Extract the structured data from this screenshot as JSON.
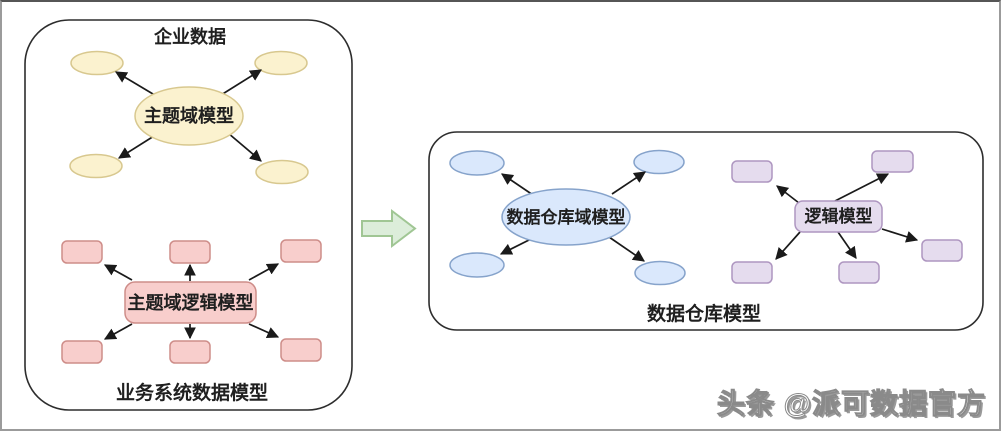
{
  "left_panel": {
    "title": "企业数据",
    "subject_domain": {
      "label": "主题域模型",
      "satellite_count": 4
    },
    "logical_model": {
      "label": "主题域逻辑模型",
      "satellite_count": 6
    },
    "footer": "业务系统数据模型"
  },
  "transform_arrow": {
    "direction": "right"
  },
  "right_panel": {
    "warehouse_domain": {
      "label": "数据仓库域模型",
      "satellite_count": 4
    },
    "logical_model": {
      "label": "逻辑模型",
      "satellite_count": 5
    },
    "footer": "数据仓库模型"
  },
  "watermark": "头条 @派可数据官方",
  "palette": {
    "yellow_fill": "#FBF2CF",
    "yellow_stroke": "#D8C88F",
    "pink_fill": "#F8CECC",
    "pink_stroke": "#CE8D89",
    "blue_fill": "#DAE8FC",
    "blue_stroke": "#86A3CB",
    "purple_fill": "#E5DCEE",
    "purple_stroke": "#AE96C0",
    "green_fill": "#DCEDDA",
    "green_stroke": "#A0C694",
    "connector": "#1a1a1a",
    "container_stroke": "#2d2d2d",
    "text": "#1f1f1f"
  }
}
